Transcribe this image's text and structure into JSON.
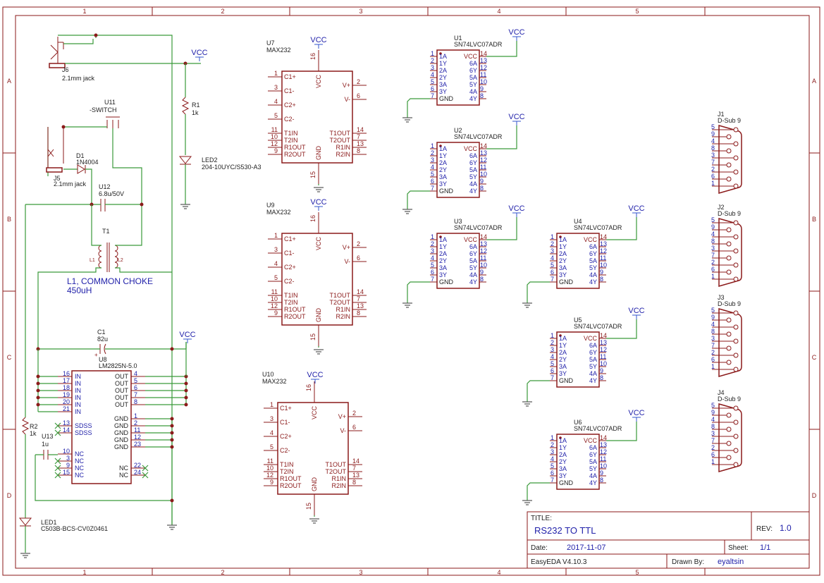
{
  "border": {
    "cols": [
      "1",
      "2",
      "3",
      "4",
      "5"
    ],
    "rows": [
      "A",
      "B",
      "C",
      "D"
    ]
  },
  "jacks": [
    {
      "ref": "J6",
      "value": "2.1mm jack"
    },
    {
      "ref": "J5",
      "value": "2.1mm jack"
    }
  ],
  "switch": {
    "ref": "U11",
    "value": "-SWITCH"
  },
  "diode": {
    "ref": "D1",
    "value": "1N4004"
  },
  "cap_u12": {
    "ref": "U12",
    "value": "6.8u/50V"
  },
  "transformer": {
    "ref": "T1",
    "l1": "L1",
    "l2": "L2",
    "note1": "L1, COMMON CHOKE",
    "note2": "450uH"
  },
  "r1": {
    "ref": "R1",
    "value": "1k"
  },
  "led2": {
    "ref": "LED2",
    "value": "204-10UYC/S530-A3"
  },
  "c1": {
    "ref": "C1",
    "value": "82u",
    "plus": "+"
  },
  "regulator": {
    "ref": "U8",
    "value": "LM2825N-5.0",
    "left": [
      [
        "16",
        "IN"
      ],
      [
        "17",
        "IN"
      ],
      [
        "18",
        "IN"
      ],
      [
        "19",
        "IN"
      ],
      [
        "20",
        "IN"
      ],
      [
        "21",
        "IN"
      ],
      [
        "13",
        "SDSS"
      ],
      [
        "14",
        "SDSS"
      ],
      [
        "10",
        "NC"
      ],
      [
        "3",
        "NC"
      ],
      [
        "9",
        "NC"
      ],
      [
        "15",
        "NC"
      ]
    ],
    "right": [
      [
        "4",
        "OUT"
      ],
      [
        "5",
        "OUT"
      ],
      [
        "6",
        "OUT"
      ],
      [
        "7",
        "OUT"
      ],
      [
        "8",
        "OUT"
      ],
      [
        "1",
        "GND"
      ],
      [
        "2",
        "GND"
      ],
      [
        "11",
        "GND"
      ],
      [
        "12",
        "GND"
      ],
      [
        "23",
        "GND"
      ],
      [
        "22",
        "NC"
      ],
      [
        "24",
        "NC"
      ]
    ]
  },
  "r2": {
    "ref": "R2",
    "value": "1k"
  },
  "u13": {
    "ref": "U13",
    "value": "1u"
  },
  "led1": {
    "ref": "LED1",
    "value": "C503B-BCS-CV0Z0461"
  },
  "vcc": "VCC",
  "max232": {
    "chips": [
      {
        "ref": "U7",
        "value": "MAX232"
      },
      {
        "ref": "U9",
        "value": "MAX232"
      },
      {
        "ref": "U10",
        "value": "MAX232"
      }
    ],
    "left": [
      [
        "1",
        "C1+"
      ],
      [
        "3",
        "C1-"
      ],
      [
        "4",
        "C2+"
      ],
      [
        "5",
        "C2-"
      ],
      [
        "11",
        "T1IN"
      ],
      [
        "10",
        "T2IN"
      ],
      [
        "12",
        "R1OUT"
      ],
      [
        "9",
        "R2OUT"
      ]
    ],
    "right": [
      [
        "2",
        "V+"
      ],
      [
        "6",
        "V-"
      ],
      [
        "14",
        "T1OUT"
      ],
      [
        "7",
        "T2OUT"
      ],
      [
        "13",
        "R1IN"
      ],
      [
        "8",
        "R2IN"
      ]
    ],
    "top": [
      "16",
      "VCC"
    ],
    "bottom": [
      "15",
      "GND"
    ]
  },
  "sn74": {
    "chips": [
      {
        "ref": "U1",
        "value": "SN74LVC07ADR"
      },
      {
        "ref": "U2",
        "value": "SN74LVC07ADR"
      },
      {
        "ref": "U3",
        "value": "SN74LVC07ADR"
      },
      {
        "ref": "U4",
        "value": "SN74LVC07ADR"
      },
      {
        "ref": "U5",
        "value": "SN74LVC07ADR"
      },
      {
        "ref": "U6",
        "value": "SN74LVC07ADR"
      }
    ],
    "left": [
      [
        "1",
        "1A"
      ],
      [
        "2",
        "1Y"
      ],
      [
        "3",
        "2A"
      ],
      [
        "4",
        "2Y"
      ],
      [
        "5",
        "3A"
      ],
      [
        "6",
        "3Y"
      ],
      [
        "7",
        "GND"
      ]
    ],
    "right": [
      [
        "14",
        "VCC"
      ],
      [
        "13",
        "6A"
      ],
      [
        "12",
        "6Y"
      ],
      [
        "11",
        "5A"
      ],
      [
        "10",
        "5Y"
      ],
      [
        "9",
        "4A"
      ],
      [
        "8",
        "4Y"
      ]
    ]
  },
  "dsub": {
    "connectors": [
      {
        "ref": "J1",
        "value": "D-Sub 9"
      },
      {
        "ref": "J2",
        "value": "D-Sub 9"
      },
      {
        "ref": "J3",
        "value": "D-Sub 9"
      },
      {
        "ref": "J4",
        "value": "D-Sub 9"
      }
    ],
    "pins": [
      "5",
      "9",
      "4",
      "8",
      "3",
      "7",
      "2",
      "6",
      "1"
    ]
  },
  "title_block": {
    "title_label": "TITLE:",
    "title": "RS232 TO TTL",
    "rev_label": "REV:",
    "rev": "1.0",
    "date_label": "Date:",
    "date": "2017-11-07",
    "sheet_label": "Sheet:",
    "sheet": "1/1",
    "tool": "EasyEDA V4.10.3",
    "drawn_label": "Drawn By:",
    "drawn_by": "eyaltsin"
  }
}
